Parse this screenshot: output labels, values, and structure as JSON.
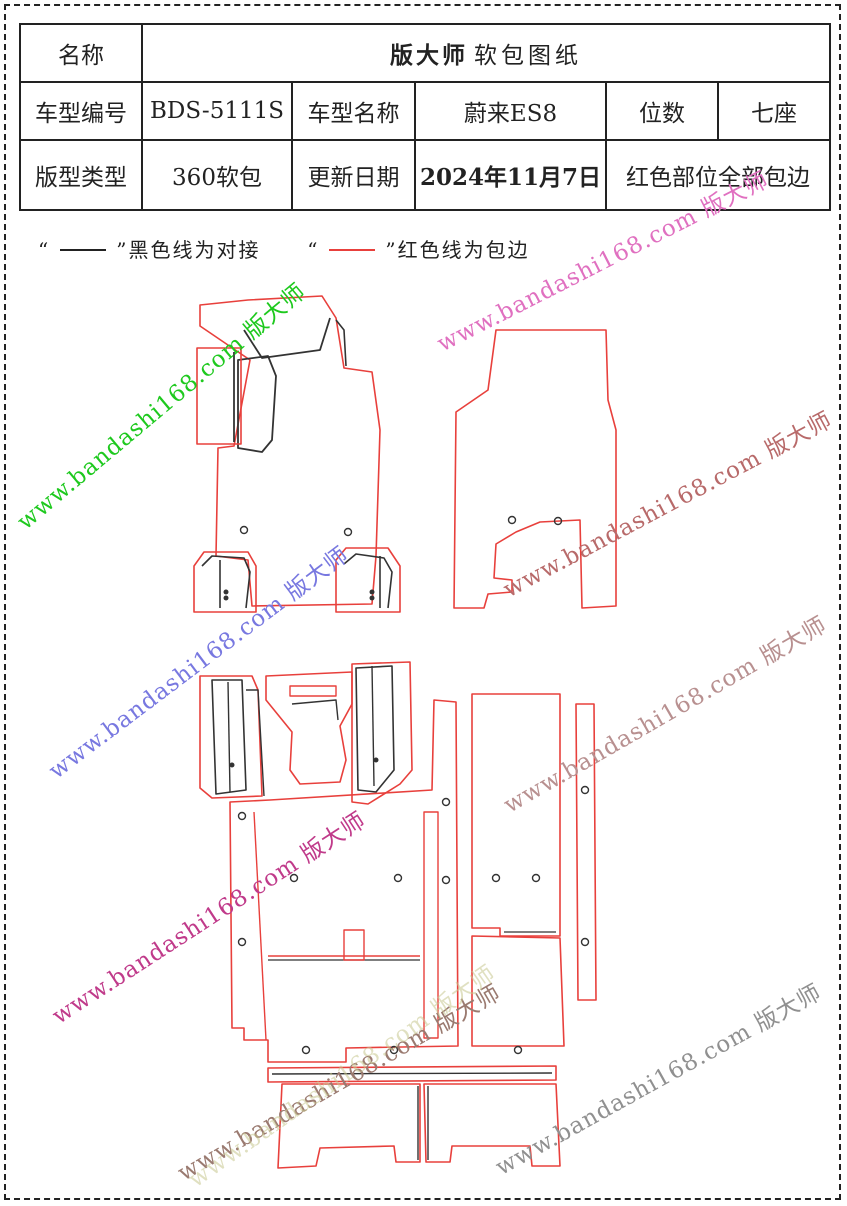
{
  "header": {
    "name_label": "名称",
    "brand": "版大师",
    "brand_sub": "软包图纸",
    "code_label": "车型编号",
    "code_value": "BDS-5111S",
    "model_label": "车型名称",
    "model_value": "蔚来ES8",
    "seats_label": "位数",
    "seats_value": "七座",
    "type_label": "版型类型",
    "type_value": "360软包",
    "date_label": "更新日期",
    "date_value": "2024年11月7日",
    "note_value": "红色部位全部包边"
  },
  "legend": {
    "black_prefix": "“",
    "black_suffix": "”黑色线为对接",
    "red_prefix": "“",
    "red_suffix": "”红色线为包边",
    "black_color": "#222222",
    "red_color": "#e8403c"
  },
  "watermarks": [
    {
      "text": "www.bandashi168.com 版大师",
      "color": "#1ec91e"
    },
    {
      "text": "www.bandashi168.com 版大师",
      "color": "#e070c0"
    },
    {
      "text": "www.bandashi168.com 版大师",
      "color": "#b86a6a"
    },
    {
      "text": "www.bandashi168.com 版大师",
      "color": "#b89090"
    },
    {
      "text": "www.bandashi168.com 版大师",
      "color": "#7878e0"
    },
    {
      "text": "www.bandashi168.com 版大师",
      "color": "#9a7a70"
    },
    {
      "text": "www.bandashi168.com 版大师",
      "color": "#c03a8a"
    },
    {
      "text": "www.bandashi168.com 版大师",
      "color": "#c8c890"
    },
    {
      "text": "www.bandashi168.com 版大师",
      "color": "#909090"
    }
  ]
}
